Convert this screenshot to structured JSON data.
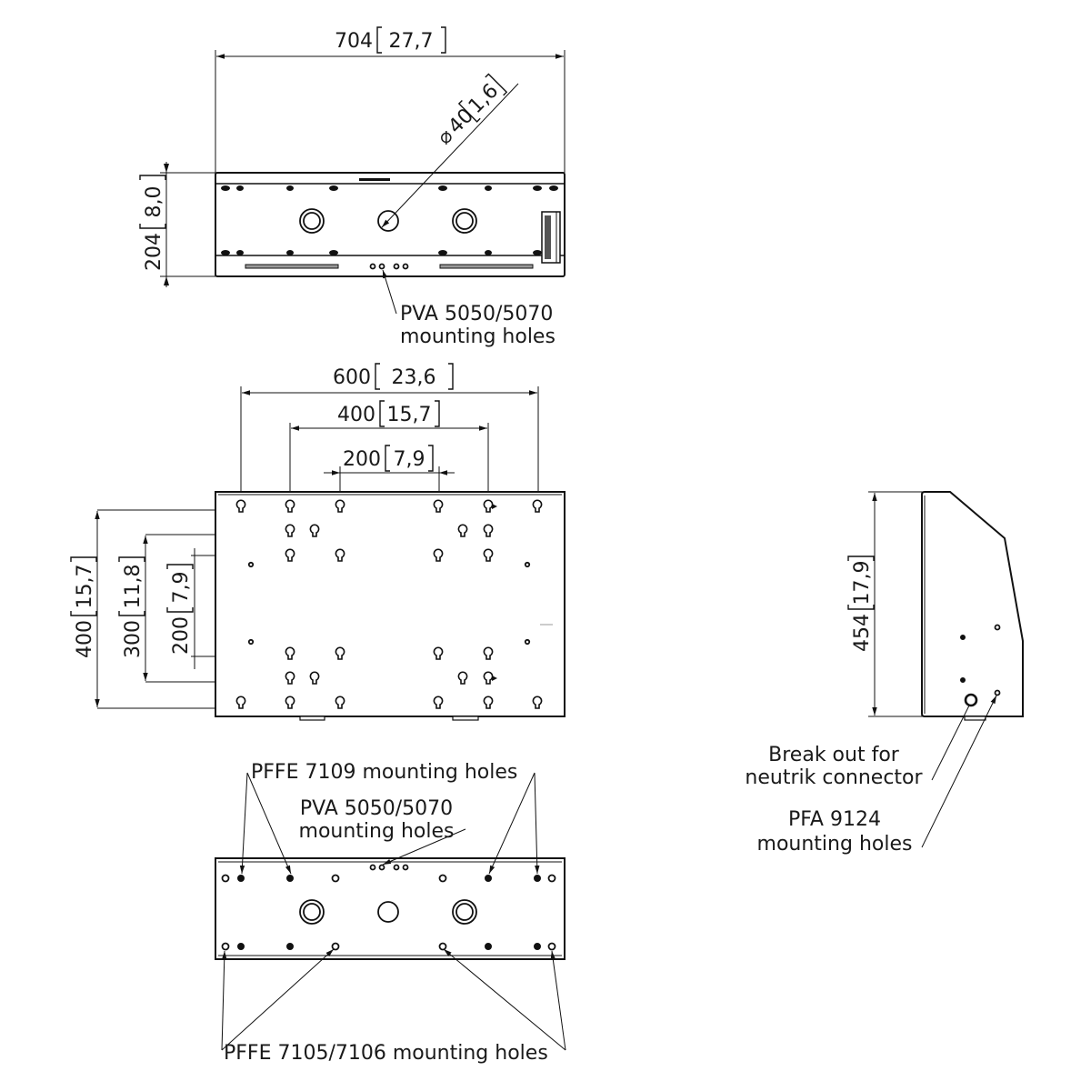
{
  "top_view": {
    "width_dim": {
      "mm": "704",
      "inch": "27,7"
    },
    "height_dim": {
      "mm": "204",
      "inch": "8,0"
    },
    "diameter_dim": {
      "symbol": "⌀",
      "mm": "40",
      "inch": "1,6"
    },
    "pva_label": [
      "PVA 5050/5070",
      "mounting holes"
    ]
  },
  "front_view": {
    "h_dims": [
      {
        "mm": "600",
        "inch": "23,6"
      },
      {
        "mm": "400",
        "inch": "15,7"
      },
      {
        "mm": "200",
        "inch": "7,9"
      }
    ],
    "v_dims": [
      {
        "mm": "400",
        "inch": "15,7"
      },
      {
        "mm": "300",
        "inch": "11,8"
      },
      {
        "mm": "200",
        "inch": "7,9"
      }
    ]
  },
  "bottom_view": {
    "pffe_7109_label": "PFFE 7109 mounting holes",
    "pva_label": [
      "PVA 5050/5070",
      "mounting holes"
    ],
    "pffe_7105_label": "PFFE 7105/7106 mounting holes"
  },
  "side_view": {
    "height_dim": {
      "mm": "454",
      "inch": "17,9"
    },
    "neutrik_label": [
      "Break out for",
      "neutrik connector"
    ],
    "pfa_label": [
      "PFA 9124",
      "mounting holes"
    ]
  }
}
